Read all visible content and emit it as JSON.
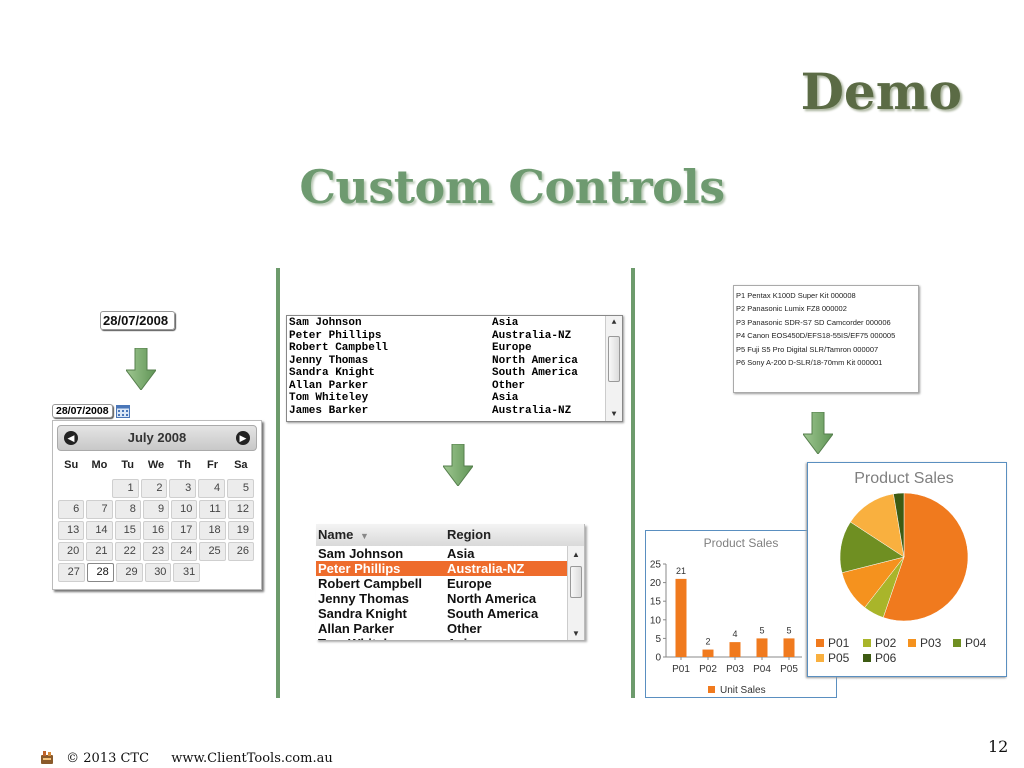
{
  "slide": {
    "title": "Demo",
    "subtitle": "Custom Controls",
    "page_number": "12"
  },
  "footer": {
    "copyright": "© 2013 CTC",
    "website": "www.ClientTools.com.au"
  },
  "datepicker": {
    "input_value": "28/07/2008",
    "small_input_value": "28/07/2008",
    "month_title": "July 2008",
    "prev_icon": "prev-month-icon",
    "next_icon": "next-month-icon",
    "weekdays": [
      "Su",
      "Mo",
      "Tu",
      "We",
      "Th",
      "Fr",
      "Sa"
    ],
    "weeks": [
      [
        "",
        "",
        "1",
        "2",
        "3",
        "4",
        "5"
      ],
      [
        "6",
        "7",
        "8",
        "9",
        "10",
        "11",
        "12"
      ],
      [
        "13",
        "14",
        "15",
        "16",
        "17",
        "18",
        "19"
      ],
      [
        "20",
        "21",
        "22",
        "23",
        "24",
        "25",
        "26"
      ],
      [
        "27",
        "28",
        "29",
        "30",
        "31",
        "",
        ""
      ]
    ],
    "selected_day": "28"
  },
  "plain_list": {
    "rows": [
      {
        "name": "Sam Johnson",
        "region": "Asia"
      },
      {
        "name": "Peter Phillips",
        "region": "Australia-NZ"
      },
      {
        "name": "Robert Campbell",
        "region": "Europe"
      },
      {
        "name": "Jenny Thomas",
        "region": "North America"
      },
      {
        "name": "Sandra Knight",
        "region": "South America"
      },
      {
        "name": "Allan Parker",
        "region": "Other"
      },
      {
        "name": "Tom Whiteley",
        "region": "Asia"
      },
      {
        "name": "James Barker",
        "region": "Australia-NZ"
      }
    ]
  },
  "grid_list": {
    "headers": {
      "name": "Name",
      "region": "Region",
      "sort_icon": "sort-descending-icon"
    },
    "rows": [
      {
        "name": "Sam Johnson",
        "region": "Asia"
      },
      {
        "name": "Peter Phillips",
        "region": "Australia-NZ"
      },
      {
        "name": "Robert Campbell",
        "region": "Europe"
      },
      {
        "name": "Jenny Thomas",
        "region": "North America"
      },
      {
        "name": "Sandra Knight",
        "region": "South America"
      },
      {
        "name": "Allan Parker",
        "region": "Other"
      },
      {
        "name": "Tom Whiteley",
        "region": "Asia"
      }
    ],
    "selected_index": 1,
    "selected_color": "#ee6c2c"
  },
  "product_list": {
    "items": [
      "P1 Pentax K100D Super Kit 000008",
      "P2 Panasonic Lumix FZ8 000002",
      "P3 Panasonic SDR-S7 SD Camcorder 000006",
      "P4 Canon EOS450D/EFS18-55IS/EF75 000005",
      "P5 Fuji S5 Pro Digital SLR/Tamron 000007",
      "P6 Sony A-200 D-SLR/18-70mm Kit 000001"
    ]
  },
  "chart_data": [
    {
      "type": "bar",
      "title": "Product Sales",
      "categories": [
        "P01",
        "P02",
        "P03",
        "P04",
        "P05"
      ],
      "series": [
        {
          "name": "Unit Sales",
          "values": [
            21,
            2,
            4,
            5,
            5
          ],
          "color": "#f07a1e"
        }
      ],
      "ylim": [
        0,
        25
      ],
      "yticks": [
        "0",
        "5",
        "10",
        "15",
        "20",
        "25"
      ],
      "grid": false,
      "legend": "bottom"
    },
    {
      "type": "pie",
      "title": "Product Sales",
      "labels": [
        "P01",
        "P02",
        "P03",
        "P04",
        "P05",
        "P06"
      ],
      "values": [
        21,
        2,
        4,
        5,
        5,
        1
      ],
      "colors": [
        "#f07a1e",
        "#a9b52a",
        "#f5921e",
        "#6f8f22",
        "#f9b03f",
        "#3d5b12"
      ],
      "legend": "bottom"
    }
  ],
  "colors": {
    "accent_green": "#6d9b6c",
    "arrow_green": "#7aa96f",
    "chart_border": "#5a8fc0",
    "selection_orange": "#ee6c2c"
  }
}
